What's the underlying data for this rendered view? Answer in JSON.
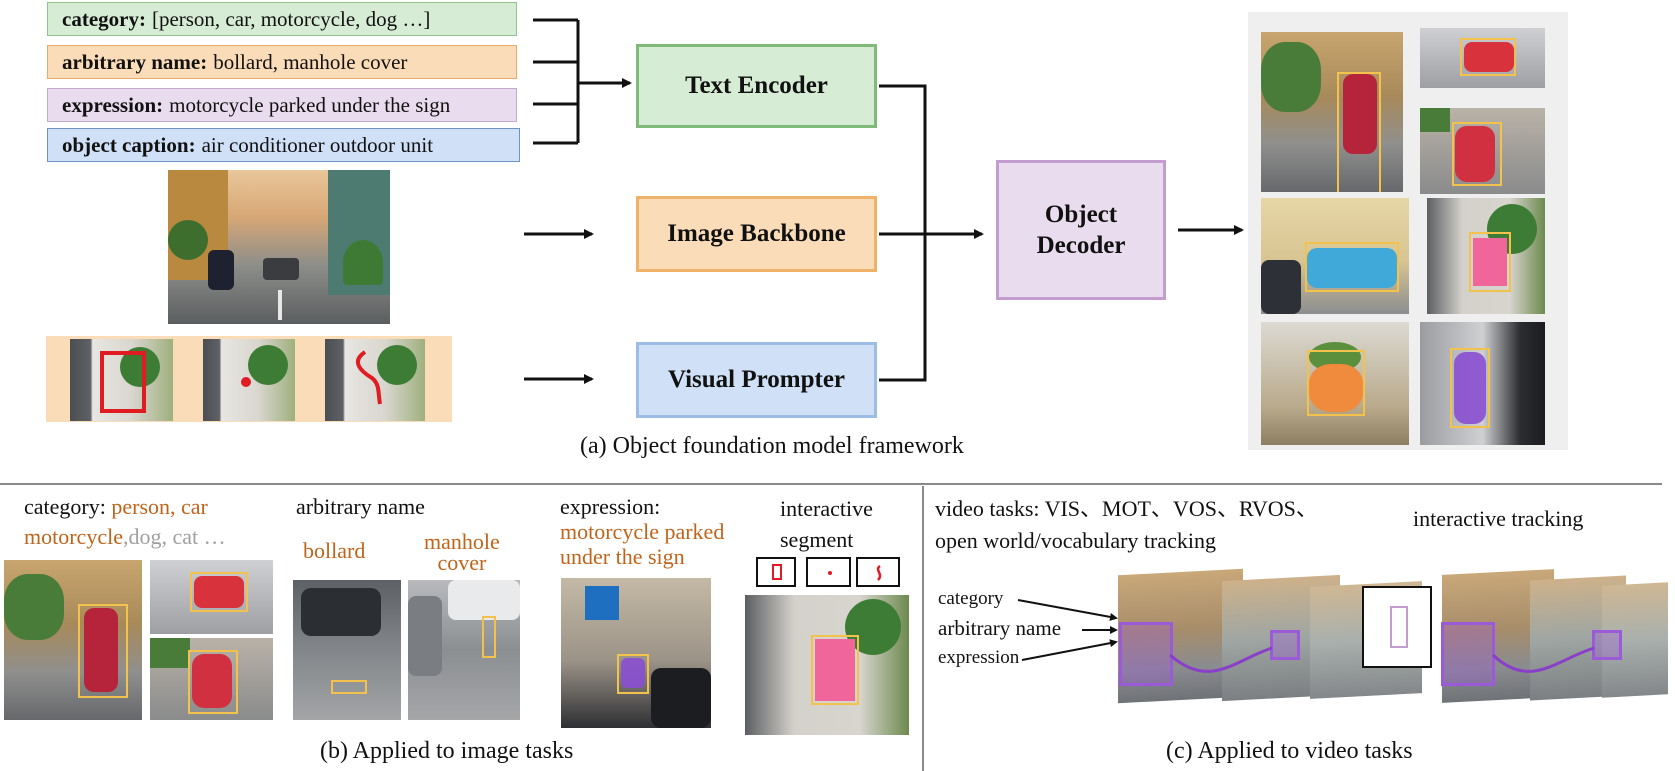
{
  "prompts": [
    {
      "key": "category:",
      "value": "[person, car, motorcycle, dog …]",
      "bg": "#d6ecd4",
      "border": "#8fc48b"
    },
    {
      "key": "arbitrary name:",
      "value": "bollard, manhole cover",
      "bg": "#fbdcb8",
      "border": "#e9aa68"
    },
    {
      "key": "expression:",
      "value": "motorcycle parked under the sign",
      "bg": "#e9dcee",
      "border": "#c3a8cf"
    },
    {
      "key": "object caption:",
      "value": "air conditioner outdoor unit",
      "bg": "#cfe0f7",
      "border": "#6f93c9"
    }
  ],
  "modules": {
    "text_encoder": "Text Encoder",
    "image_backbone": "Image Backbone",
    "visual_prompter": "Visual Prompter",
    "object_decoder": "Object\nDecoder"
  },
  "captions": {
    "a": "(a) Object foundation model framework",
    "b": "(b) Applied to image tasks",
    "c": "(c) Applied to video tasks"
  },
  "image_tasks": {
    "category_label": "category:",
    "category_highlight": "person, car",
    "category_highlight2": "motorcycle",
    "category_rest": ",dog, cat …",
    "arbitrary_label": "arbitrary name",
    "bollard": "bollard",
    "manhole": "manhole\ncover",
    "expression_label": "expression:",
    "expression_value": "motorcycle parked\nunder the sign",
    "interactive_label": "interactive\nsegment"
  },
  "video_tasks": {
    "tasks_line1": "video tasks: VIS、MOT、VOS、RVOS、",
    "tasks_line2": "open world/vocabulary tracking",
    "interactive_tracking": "interactive tracking",
    "in_category": "category",
    "in_arbitrary": "arbitrary name",
    "in_expression": "expression"
  },
  "colors": {
    "bbox": "#f2c24c",
    "mask_red": "#d9263a",
    "mask_purple": "#8a4fd1",
    "track_purple": "#9b5ad8",
    "panel_grey": "#efefef"
  }
}
